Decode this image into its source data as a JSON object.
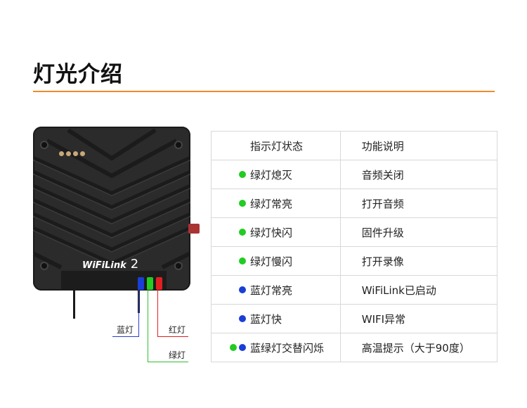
{
  "title": "灯光介绍",
  "device": {
    "brand": "WiFiLink",
    "version": "2"
  },
  "callouts": {
    "blue": "蓝灯",
    "red": "红灯",
    "green": "绿灯"
  },
  "colors": {
    "accent_rule": "#f08a2c",
    "green": "#22cc22",
    "blue": "#1a3fd6",
    "red": "#e02020"
  },
  "table": {
    "headers": [
      "指示灯状态",
      "功能说明"
    ],
    "rows": [
      {
        "dots": [
          "green"
        ],
        "state": "绿灯熄灭",
        "desc": "音频关闭"
      },
      {
        "dots": [
          "green"
        ],
        "state": "绿灯常亮",
        "desc": "打开音频"
      },
      {
        "dots": [
          "green"
        ],
        "state": "绿灯快闪",
        "desc": "固件升级"
      },
      {
        "dots": [
          "green"
        ],
        "state": "绿灯慢闪",
        "desc": "打开录像"
      },
      {
        "dots": [
          "blue"
        ],
        "state": "蓝灯常亮",
        "desc": "WiFiLink已启动"
      },
      {
        "dots": [
          "blue"
        ],
        "state": "蓝灯快",
        "desc": "WIFI异常"
      },
      {
        "dots": [
          "green",
          "blue"
        ],
        "state": "蓝绿灯交替闪烁",
        "desc": "高温提示（大于90度）"
      }
    ]
  }
}
